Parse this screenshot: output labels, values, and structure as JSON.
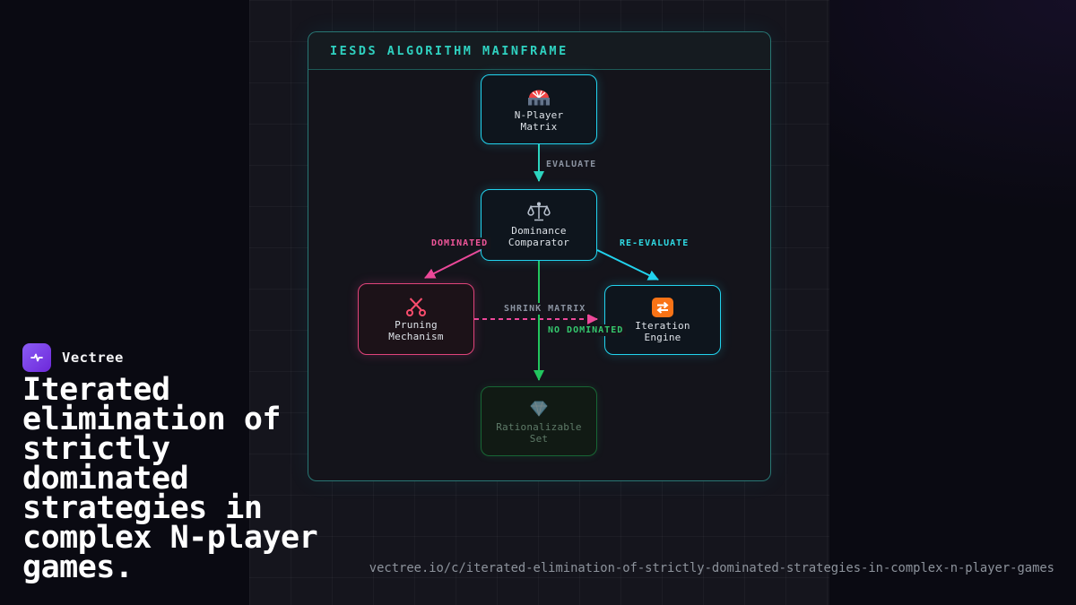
{
  "brand": {
    "name": "Vectree",
    "logo_icon": "pulse-icon"
  },
  "headline": "Iterated\nelimination of\nstrictly\ndominated\nstrategies in\ncomplex N-player\ngames.",
  "footer_url": "vectree.io/c/iterated-elimination-of-strictly-dominated-strategies-in-complex-n-player-games",
  "diagram": {
    "title": "IESDS ALGORITHM MAINFRAME",
    "nodes": [
      {
        "id": "n-player-matrix",
        "label": "N-Player\nMatrix",
        "icon": "stadium-icon"
      },
      {
        "id": "dominance-comparator",
        "label": "Dominance\nComparator",
        "icon": "balance-scale-icon"
      },
      {
        "id": "pruning-mechanism",
        "label": "Pruning\nMechanism",
        "icon": "scissors-icon"
      },
      {
        "id": "iteration-engine",
        "label": "Iteration\nEngine",
        "icon": "repeat-icon"
      },
      {
        "id": "rationalizable-set",
        "label": "Rationalizable\nSet",
        "icon": "gem-icon"
      }
    ],
    "edges": [
      {
        "id": "evaluate",
        "label": "EVALUATE",
        "color": "#8b93a1"
      },
      {
        "id": "dominated",
        "label": "DOMINATED",
        "color": "#ec4899"
      },
      {
        "id": "re-evaluate",
        "label": "RE-EVALUATE",
        "color": "#22d3ee"
      },
      {
        "id": "shrink-matrix",
        "label": "SHRINK MATRIX",
        "color": "#8b93a1"
      },
      {
        "id": "no-dominated",
        "label": "NO DOMINATED",
        "color": "#22c55e"
      }
    ]
  },
  "colors": {
    "background": "#0a0a12",
    "panel": "#15151d",
    "card": "#14141b",
    "teal": "#2dd4bf",
    "cyan": "#22d3ee",
    "pink": "#ec4899",
    "green": "#22c55e",
    "purple": "#8b5cf6",
    "orange": "#f97316"
  }
}
